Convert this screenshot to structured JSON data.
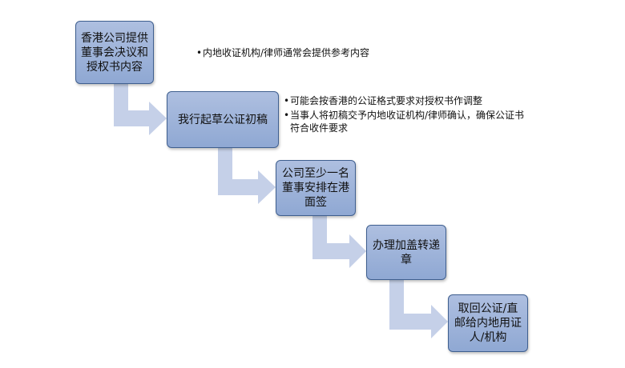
{
  "steps": [
    {
      "label": "香港公司提供董事会决议和授权书内容"
    },
    {
      "label": "我行起草公证初稿"
    },
    {
      "label": "公司至少一名董事安排在港面签"
    },
    {
      "label": "办理加盖转递章"
    },
    {
      "label": "取回公证/直邮给内地用证人/机构"
    }
  ],
  "notes": {
    "step1": [
      "内地收证机构/律师通常会提供参考内容"
    ],
    "step2": [
      "可能会按香港的公证格式要求对授权书作调整",
      "当事人将初稿交予内地收证机构/律师确认，确保公证书符合收件要求"
    ]
  },
  "colors": {
    "box_fill": "#98afd8",
    "box_border": "#3f5f8f",
    "arrow_fill": "#c5d0e8"
  }
}
